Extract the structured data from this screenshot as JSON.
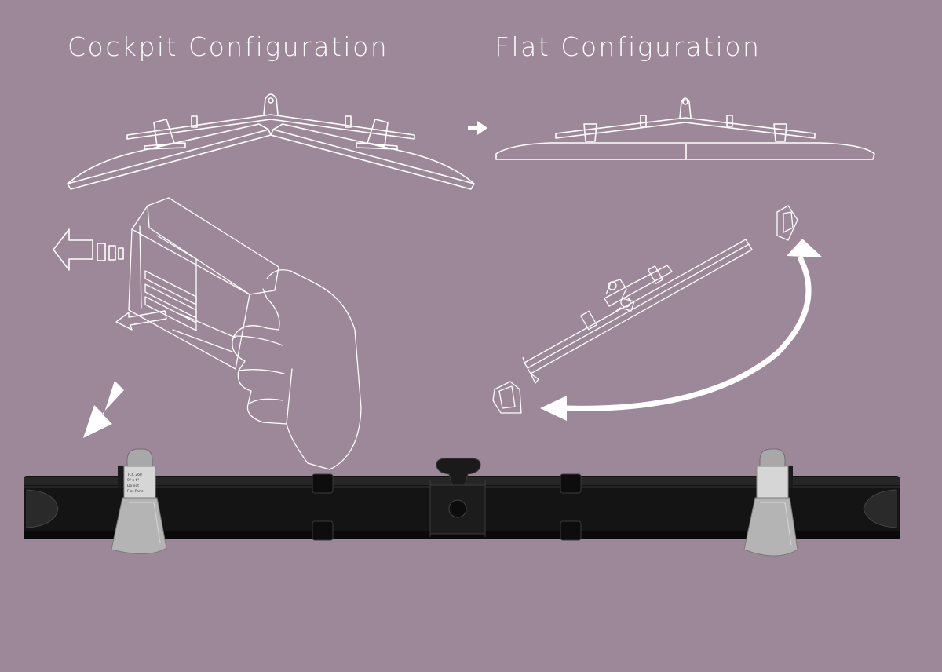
{
  "headings": {
    "cockpit": "Cockpit Configuration",
    "flat": "Flat Configuration"
  },
  "colors": {
    "background": "#9d8899",
    "line_art": "#ffffff",
    "bar": "#151515",
    "clamp": "#b9b9b9"
  },
  "icons": {
    "transition_arrow": "right-arrow-icon",
    "rotate_arrow": "curved-arrow-icon",
    "down_arrow": "down-left-arrow-icon",
    "pull_arrow": "left-arrow-icon"
  },
  "product": {
    "clamp_label": [
      "TCC 260",
      "9\" x 6\"",
      "Do not",
      "Flat Panel"
    ]
  }
}
